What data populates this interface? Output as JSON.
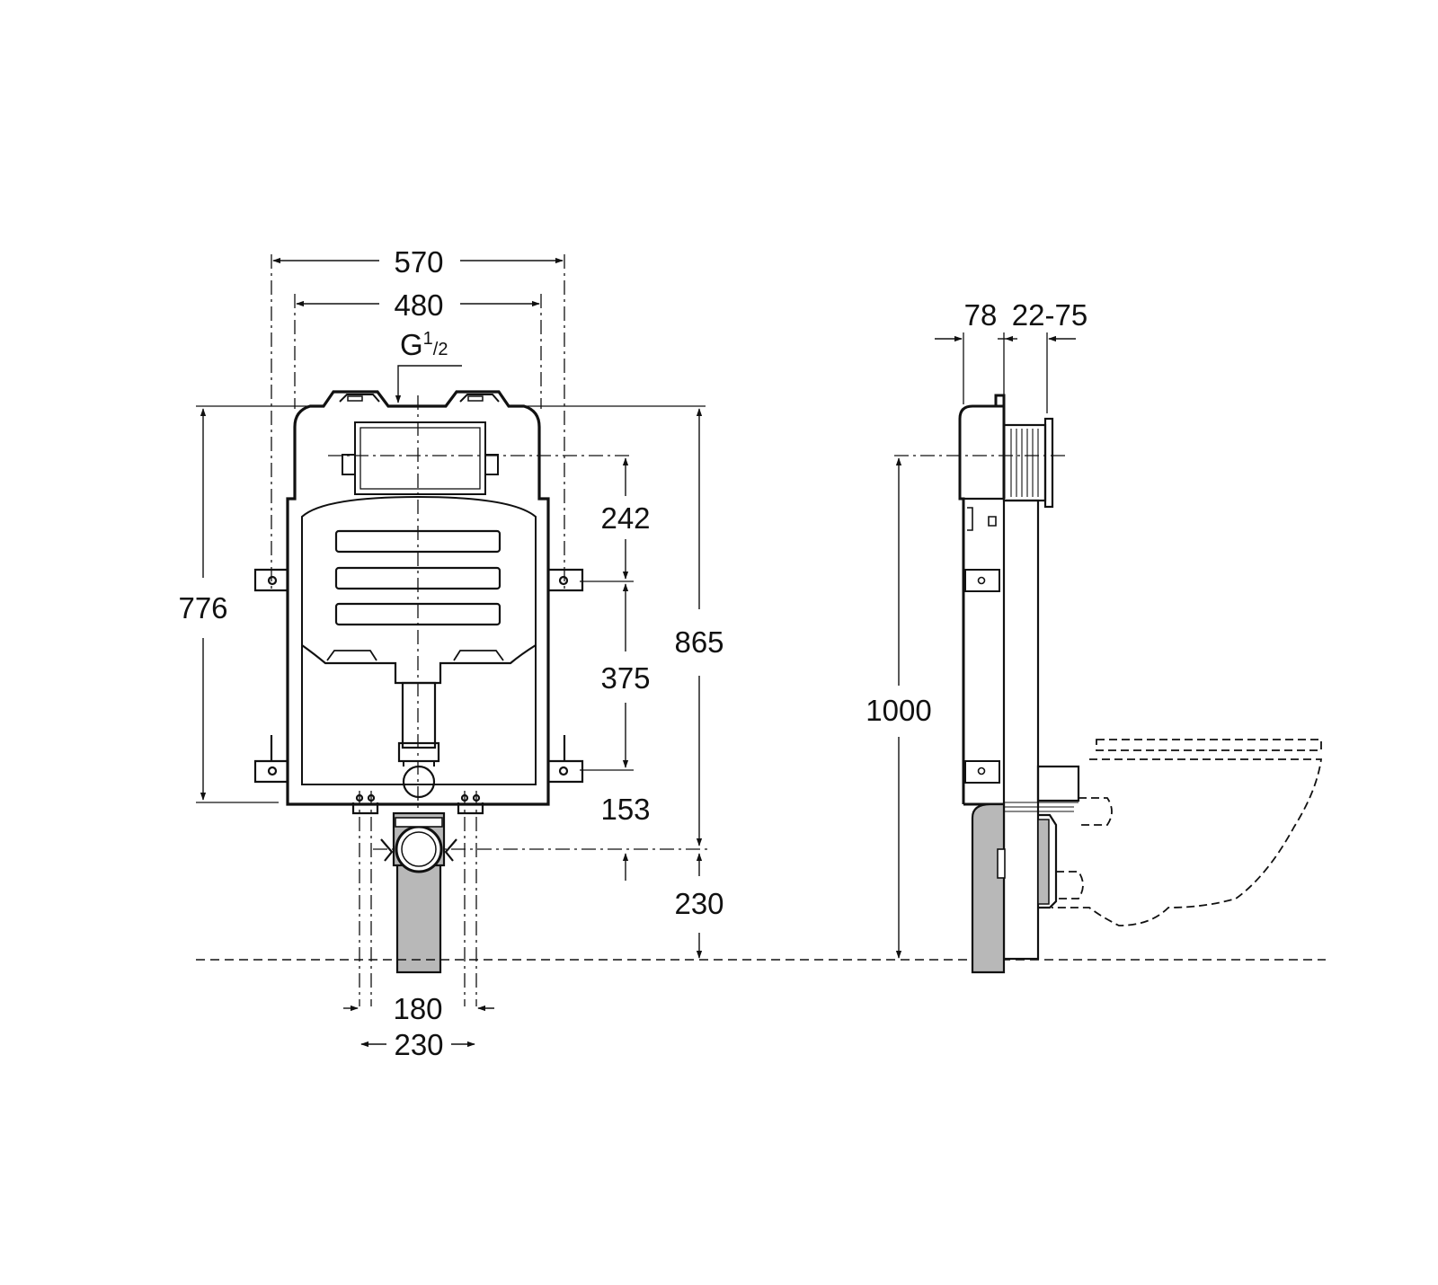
{
  "front_view": {
    "width_overall": "570",
    "width_frame": "480",
    "inlet_label": "G",
    "inlet_sup": "1",
    "inlet_sub": "/2",
    "height_frame": "776",
    "height_inlet_from_floor": "865",
    "dim_top_to_bracket": "242",
    "dim_bracket_spacing": "375",
    "dim_bracket_to_bottom": "153",
    "dim_outlet_height": "230",
    "dim_feet_inner": "180",
    "dim_feet_outer": "230"
  },
  "side_view": {
    "depth_frame": "78",
    "depth_adjust": "22-75",
    "height_inlet": "1000"
  },
  "colors": {
    "line": "#111111",
    "pipe_fill": "#b8b8b8",
    "background": "#ffffff"
  }
}
